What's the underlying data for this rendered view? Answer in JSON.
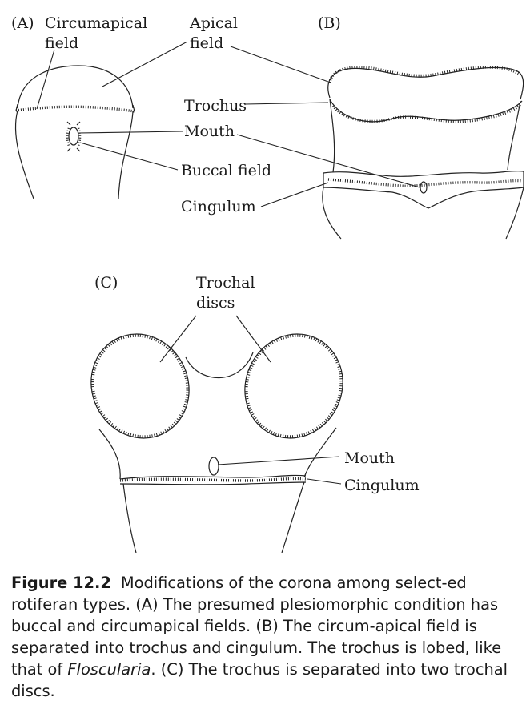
{
  "figure": {
    "panel_a": {
      "letter": "(A)",
      "label_circumapical": [
        "Circumapical",
        "field"
      ],
      "label_apical": [
        "Apical",
        "field"
      ],
      "label_mouth": "Mouth",
      "label_buccal": "Buccal field"
    },
    "panel_b": {
      "letter": "(B)",
      "label_trochus": "Trochus",
      "label_cingulum": "Cingulum"
    },
    "panel_c": {
      "letter": "(C)",
      "label_trochal": [
        "Trochal",
        "discs"
      ],
      "label_mouth": "Mouth",
      "label_cingulum": "Cingulum"
    }
  },
  "caption": {
    "label": "Figure 12.2",
    "text_before_italic": "Modifications of the corona among select-ed rotiferan types. (A) The presumed plesiomorphic condition has buccal and circumapical fields. (B) The circum-apical field is separated into trochus and cingulum. The trochus is lobed, like that of ",
    "italic": "Floscularia",
    "text_after_italic": ". (C) The trochus is separated into two trochal discs."
  }
}
